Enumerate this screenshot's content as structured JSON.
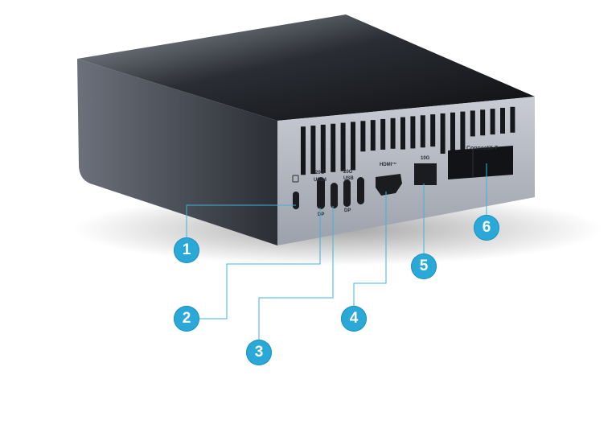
{
  "device": {
    "port_labels": {
      "usb4_speed": "20G",
      "usb4": "USB4",
      "usb4_dp": "DP",
      "usb_speed": "20G",
      "usb": "USB",
      "usb_dp": "DP",
      "hdmi": "HDMI™",
      "lan": "10G",
      "connectx": "ConnectX-7"
    }
  },
  "callouts": [
    {
      "number": "1"
    },
    {
      "number": "2"
    },
    {
      "number": "3"
    },
    {
      "number": "4"
    },
    {
      "number": "5"
    },
    {
      "number": "6"
    }
  ],
  "colors": {
    "accent": "#2aa8d8",
    "chassis": "#8a8f99"
  }
}
